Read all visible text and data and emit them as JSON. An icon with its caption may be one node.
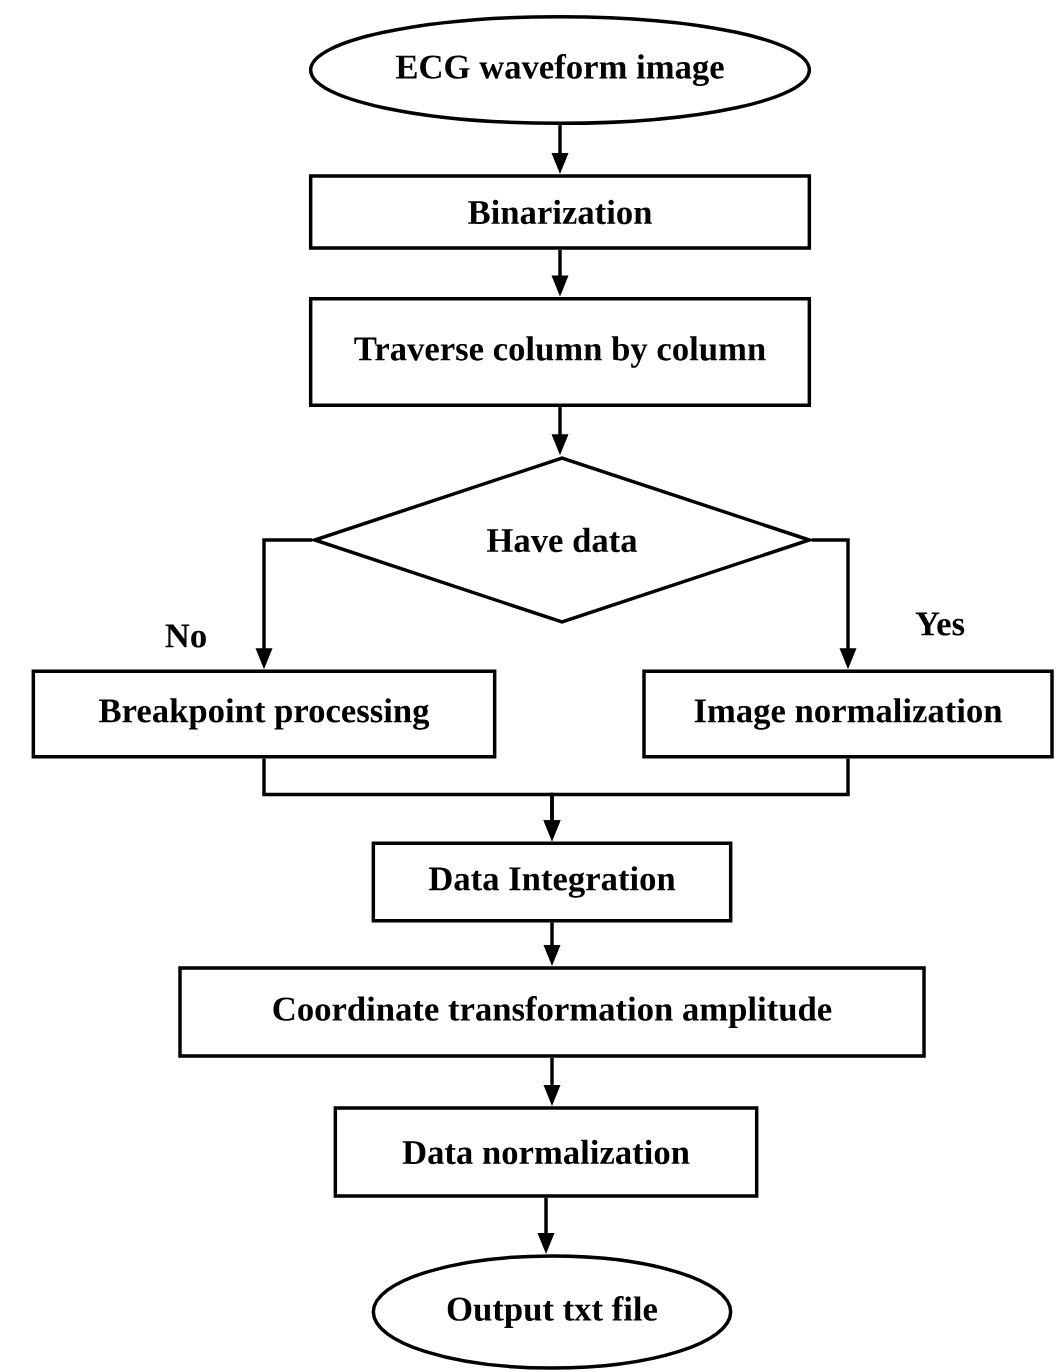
{
  "diagram": {
    "nodes": [
      {
        "text": [
          "ECG waveform image"
        ]
      },
      {
        "text": [
          "Binarization"
        ]
      },
      {
        "text": [
          "Traverse column by column"
        ]
      },
      {
        "text": [
          "Have data"
        ]
      },
      {
        "text": [
          "Breakpoint processing"
        ]
      },
      {
        "text": [
          "Image normalization"
        ]
      },
      {
        "text": [
          "Data Integration"
        ]
      },
      {
        "text": [
          "Coordinate transformation amplitude"
        ]
      },
      {
        "text": [
          "Data normalization"
        ]
      },
      {
        "text": [
          "Output txt file"
        ]
      }
    ],
    "edges": [
      {
        "from": 0,
        "to": 1,
        "arrow": "to"
      },
      {
        "from": 1,
        "to": 2,
        "arrow": "to"
      },
      {
        "from": 2,
        "to": 3,
        "arrow": "to"
      },
      {
        "from": 3,
        "to": 4,
        "arrow": "to",
        "label": "No"
      },
      {
        "from": 3,
        "to": 5,
        "arrow": "to",
        "label": "Yes"
      },
      {
        "from": 4,
        "to": 6,
        "arrow": "to"
      },
      {
        "from": 5,
        "to": 6,
        "arrow": "to"
      },
      {
        "from": 6,
        "to": 7,
        "arrow": "to"
      },
      {
        "from": 7,
        "to": 8,
        "arrow": "to"
      },
      {
        "from": 8,
        "to": 9,
        "arrow": "to"
      }
    ]
  }
}
